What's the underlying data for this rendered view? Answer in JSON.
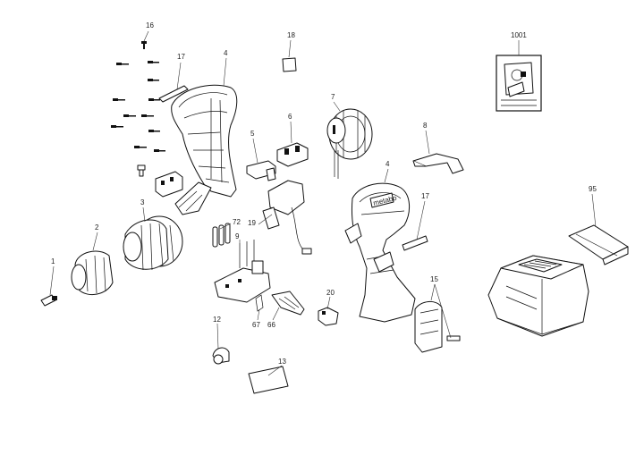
{
  "callouts": {
    "c1": "1",
    "c2": "2",
    "c3": "3",
    "c4a": "4",
    "c4b": "4",
    "c5": "5",
    "c6": "6",
    "c7": "7",
    "c8": "8",
    "c9": "9",
    "c12": "12",
    "c13": "13",
    "c15": "15",
    "c16": "16",
    "c17a": "17",
    "c17b": "17",
    "c18": "18",
    "c19": "19",
    "c20": "20",
    "c66": "66",
    "c67": "67",
    "c72": "72",
    "c95": "95",
    "c1001": "1001"
  },
  "housing_logo": "metabo",
  "colors": {
    "line": "#111111",
    "background": "#ffffff"
  }
}
